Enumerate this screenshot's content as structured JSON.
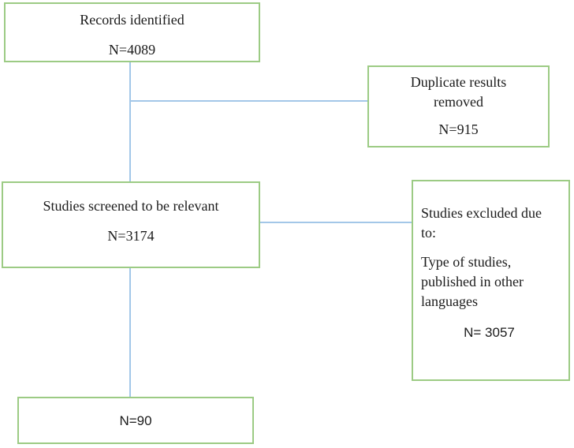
{
  "colors": {
    "box_border_green": "#9ccb84",
    "connector_blue": "#a3c7e8",
    "text": "#1b1b1b"
  },
  "flowchart": {
    "records_identified": {
      "label": "Records identified",
      "count": "N=4089"
    },
    "duplicates_removed": {
      "label": "Duplicate results removed",
      "count": "N=915"
    },
    "studies_screened": {
      "label": "Studies screened to be relevant",
      "count": "N=3174"
    },
    "studies_excluded": {
      "heading": "Studies excluded due to:",
      "reasons": "Type of studies, published in other languages",
      "count": "N= 3057"
    },
    "final_included": {
      "count": "N=90"
    }
  }
}
